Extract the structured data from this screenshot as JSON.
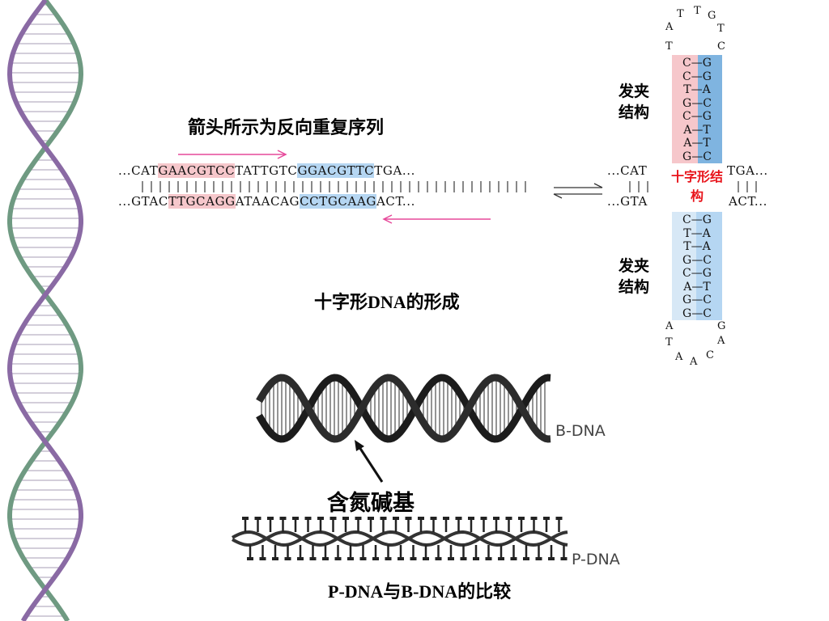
{
  "palindrome_title": "箭头所示为反向重复序列",
  "strand_top": {
    "prefix": "...CAT",
    "repeat_left": "GAACGTCC",
    "middle": "TATTGTC",
    "repeat_right": "GGACGTTC",
    "suffix": "TGA..."
  },
  "strand_bottom": {
    "prefix": "...GTAC",
    "repeat_left": "TTGCAGG",
    "middle": "ATAACAG",
    "repeat_right": "CCTGCAAG",
    "suffix": "ACT..."
  },
  "caption_cruciform": "十字形DNA的形成",
  "cruciform": {
    "top_strand_left": "...CAT",
    "top_strand_right": "TGA...",
    "bottom_strand_left": "...GTA",
    "bottom_strand_right": "ACT...",
    "center_label": "十字形结构",
    "hairpin_label": "发夹结构",
    "upper_stem": [
      {
        "l": "C",
        "r": "G"
      },
      {
        "l": "C",
        "r": "G"
      },
      {
        "l": "T",
        "r": "A"
      },
      {
        "l": "G",
        "r": "C"
      },
      {
        "l": "C",
        "r": "G"
      },
      {
        "l": "A",
        "r": "T"
      },
      {
        "l": "A",
        "r": "T"
      },
      {
        "l": "G",
        "r": "C"
      }
    ],
    "lower_stem": [
      {
        "l": "C",
        "r": "G"
      },
      {
        "l": "T",
        "r": "A"
      },
      {
        "l": "T",
        "r": "A"
      },
      {
        "l": "G",
        "r": "C"
      },
      {
        "l": "C",
        "r": "G"
      },
      {
        "l": "A",
        "r": "T"
      },
      {
        "l": "G",
        "r": "C"
      },
      {
        "l": "G",
        "r": "C"
      }
    ],
    "upper_loop": [
      "T",
      "A",
      "T",
      "G",
      "T",
      "C"
    ],
    "lower_loop": [
      "A",
      "T",
      "A",
      "A",
      "C",
      "A",
      "G"
    ]
  },
  "b_dna_label": "B-DNA",
  "p_dna_label": "P-DNA",
  "bases_label": "含氮碱基",
  "caption_comparison": "P-DNA与B-DNA的比较",
  "colors": {
    "pink": "#f6c7cb",
    "blue": "#b5d6f2",
    "arrow": "#e6499a",
    "red_label": "#e8141b"
  }
}
